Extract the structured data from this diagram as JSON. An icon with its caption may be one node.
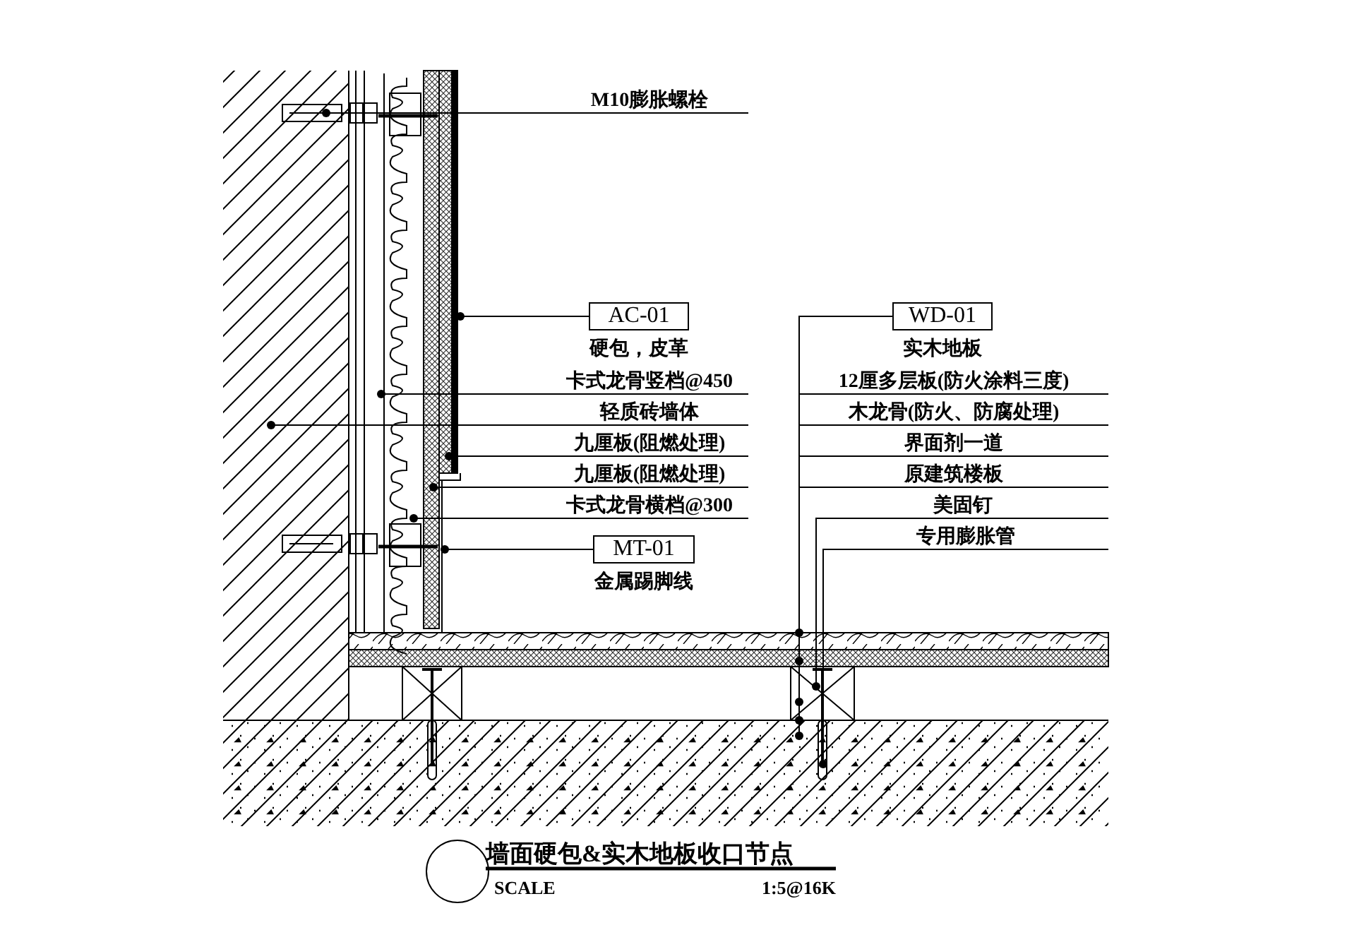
{
  "diagram": {
    "title": "墙面硬包&实木地板收口节点",
    "nodes": [
      {
        "text": [
          "M10膨胀螺栓"
        ]
      },
      {
        "text": [
          "AC-01"
        ],
        "beside": [
          "硬包，皮革"
        ]
      },
      {
        "text": [
          "卡式龙骨竖档@450"
        ]
      },
      {
        "text": [
          "轻质砖墙体"
        ]
      },
      {
        "text": [
          "九厘板(阻燃处理)"
        ]
      },
      {
        "text": [
          "九厘板(阻燃处理)"
        ]
      },
      {
        "text": [
          "卡式龙骨横档@300"
        ]
      },
      {
        "text": [
          "MT-01"
        ],
        "beside": [
          "金属踢脚线"
        ]
      },
      {
        "text": [
          "WD-01"
        ],
        "beside": [
          "实木地板"
        ]
      },
      {
        "text": [
          "12厘多层板(防火涂料三度)"
        ]
      },
      {
        "text": [
          "木龙骨(防火、防腐处理)"
        ]
      },
      {
        "text": [
          "界面剂一道"
        ]
      },
      {
        "text": [
          "原建筑楼板"
        ]
      },
      {
        "text": [
          "美固钉"
        ]
      },
      {
        "text": [
          "专用膨胀管"
        ]
      }
    ],
    "edges": [
      {
        "from": 0,
        "to": null,
        "arrow": "other"
      },
      {
        "from": 1,
        "to": null,
        "arrow": "other"
      },
      {
        "from": 2,
        "to": null,
        "arrow": "other"
      },
      {
        "from": 3,
        "to": null,
        "arrow": "other"
      },
      {
        "from": 4,
        "to": null,
        "arrow": "other"
      },
      {
        "from": 5,
        "to": null,
        "arrow": "other"
      },
      {
        "from": 6,
        "to": null,
        "arrow": "other"
      },
      {
        "from": 7,
        "to": null,
        "arrow": "other"
      },
      {
        "from": 8,
        "to": null,
        "arrow": "other"
      },
      {
        "from": 9,
        "to": null,
        "arrow": "other"
      },
      {
        "from": 10,
        "to": null,
        "arrow": "other"
      },
      {
        "from": 11,
        "to": null,
        "arrow": "other"
      },
      {
        "from": 12,
        "to": null,
        "arrow": "other"
      },
      {
        "from": 13,
        "to": null,
        "arrow": "other"
      },
      {
        "from": 14,
        "to": null,
        "arrow": "other"
      }
    ],
    "labels": [
      "SCALE",
      "1:5@16K"
    ]
  }
}
